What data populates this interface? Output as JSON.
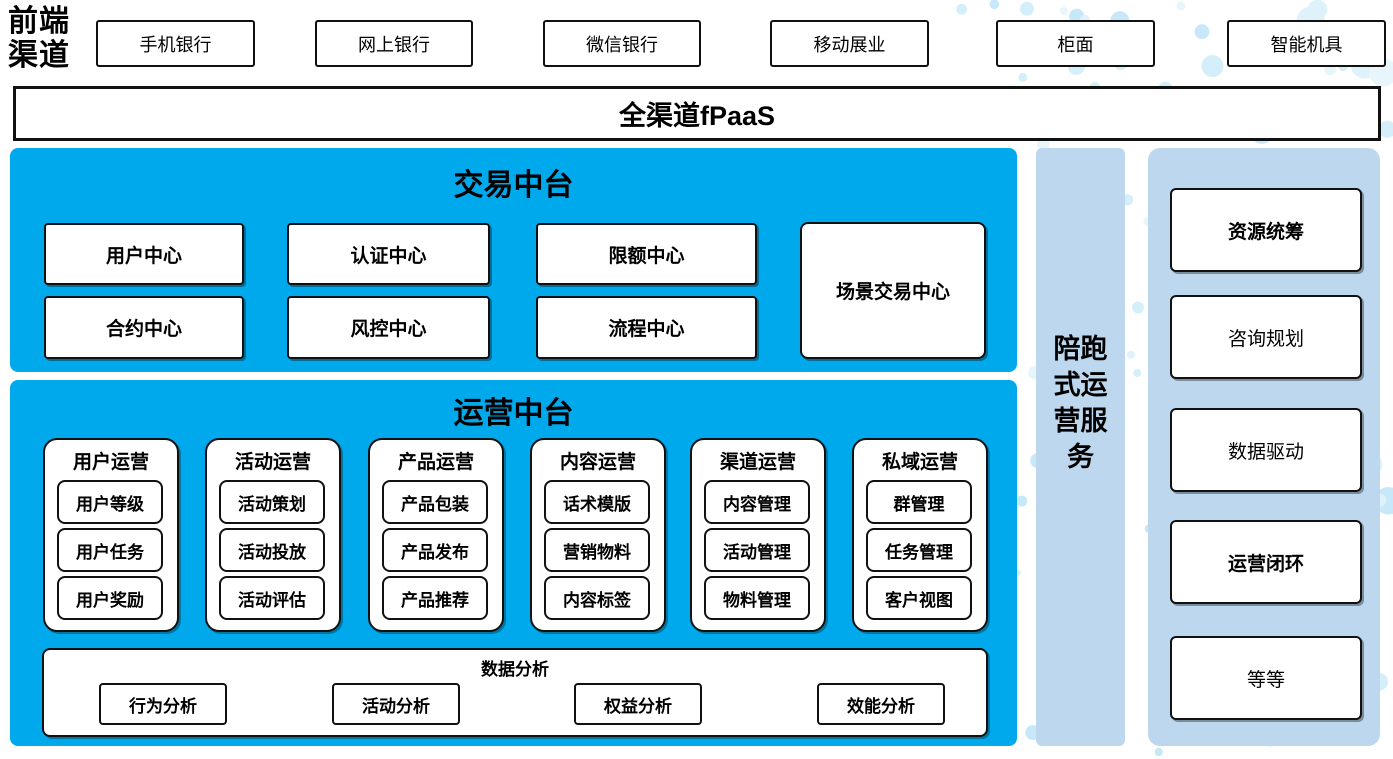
{
  "colors": {
    "primary_blue": "#00A9EC",
    "light_blue": "#BDD7EE",
    "dot_blue_light": "#DFF2FB",
    "dot_blue_mid": "#C7E8F8",
    "border_black": "#111111"
  },
  "frontend": {
    "label": "前端渠道",
    "channels": [
      "手机银行",
      "网上银行",
      "微信银行",
      "移动展业",
      "柜面",
      "智能机具"
    ]
  },
  "fpaas": {
    "label": "全渠道fPaaS"
  },
  "transaction_platform": {
    "title": "交易中台",
    "centers_row1": [
      "用户中心",
      "认证中心",
      "限额中心"
    ],
    "centers_row2": [
      "合约中心",
      "风控中心",
      "流程中心"
    ],
    "scenario_center": "场景交易中心"
  },
  "operations_platform": {
    "title": "运营中台",
    "columns": [
      {
        "title": "用户运营",
        "items": [
          "用户等级",
          "用户任务",
          "用户奖励"
        ]
      },
      {
        "title": "活动运营",
        "items": [
          "活动策划",
          "活动投放",
          "活动评估"
        ]
      },
      {
        "title": "产品运营",
        "items": [
          "产品包装",
          "产品发布",
          "产品推荐"
        ]
      },
      {
        "title": "内容运营",
        "items": [
          "话术模版",
          "营销物料",
          "内容标签"
        ]
      },
      {
        "title": "渠道运营",
        "items": [
          "内容管理",
          "活动管理",
          "物料管理"
        ]
      },
      {
        "title": "私域运营",
        "items": [
          "群管理",
          "任务管理",
          "客户视图"
        ]
      }
    ],
    "data_analysis": {
      "title": "数据分析",
      "items": [
        "行为分析",
        "活动分析",
        "权益分析",
        "效能分析"
      ]
    }
  },
  "companion_service": {
    "label": "陪跑式运营服务"
  },
  "service_panel": {
    "items": [
      {
        "label": "资源统筹",
        "bold": true
      },
      {
        "label": "咨询规划",
        "bold": false
      },
      {
        "label": "数据驱动",
        "bold": false
      },
      {
        "label": "运营闭环",
        "bold": true
      },
      {
        "label": "等等",
        "bold": false
      }
    ]
  }
}
